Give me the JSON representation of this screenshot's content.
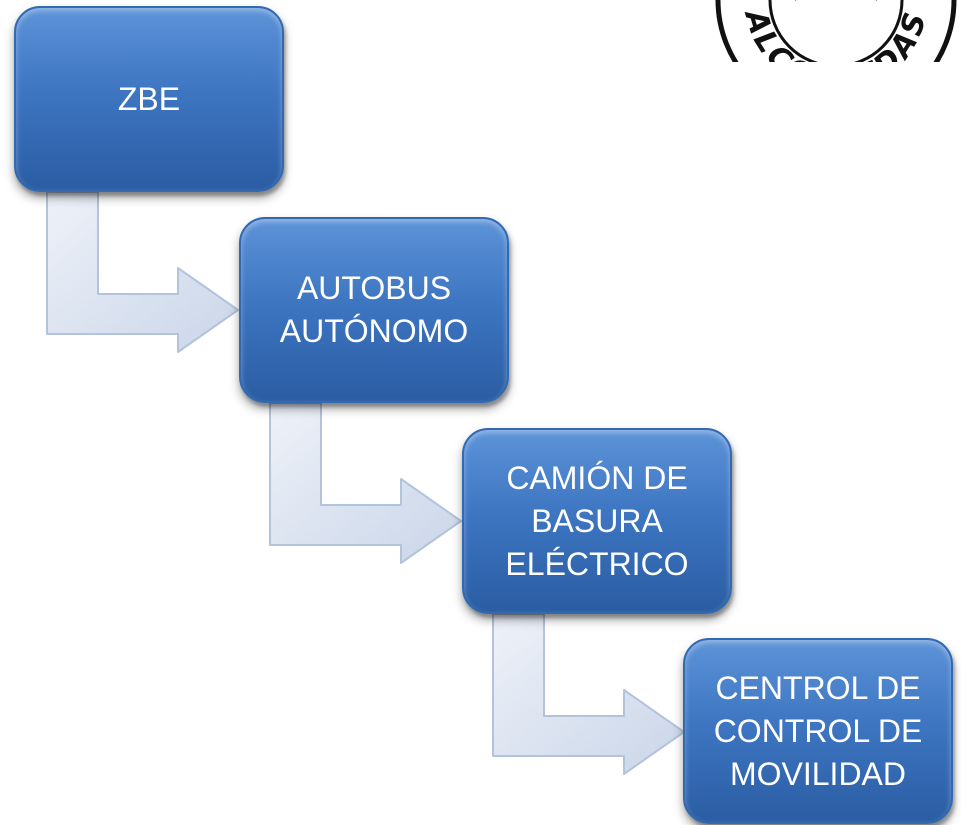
{
  "diagram": {
    "steps": [
      {
        "label": "ZBE"
      },
      {
        "label": "AUTOBUS\nAUTÓNOMO"
      },
      {
        "label": "CAMIÓN DE\nBASURA\nELÉCTRICO"
      },
      {
        "label": "CENTROL DE\nCONTROL DE\nMOVILIDAD"
      }
    ]
  },
  "logo": {
    "text": "ALCOBENDAS",
    "visible_text": "LCOBENDA"
  },
  "colors": {
    "box_fill": "#3e76c2",
    "box_border": "#3369b0",
    "arrow_fill": "#d6e0f0",
    "arrow_stroke": "#b4c3dc",
    "text": "#ffffff"
  }
}
